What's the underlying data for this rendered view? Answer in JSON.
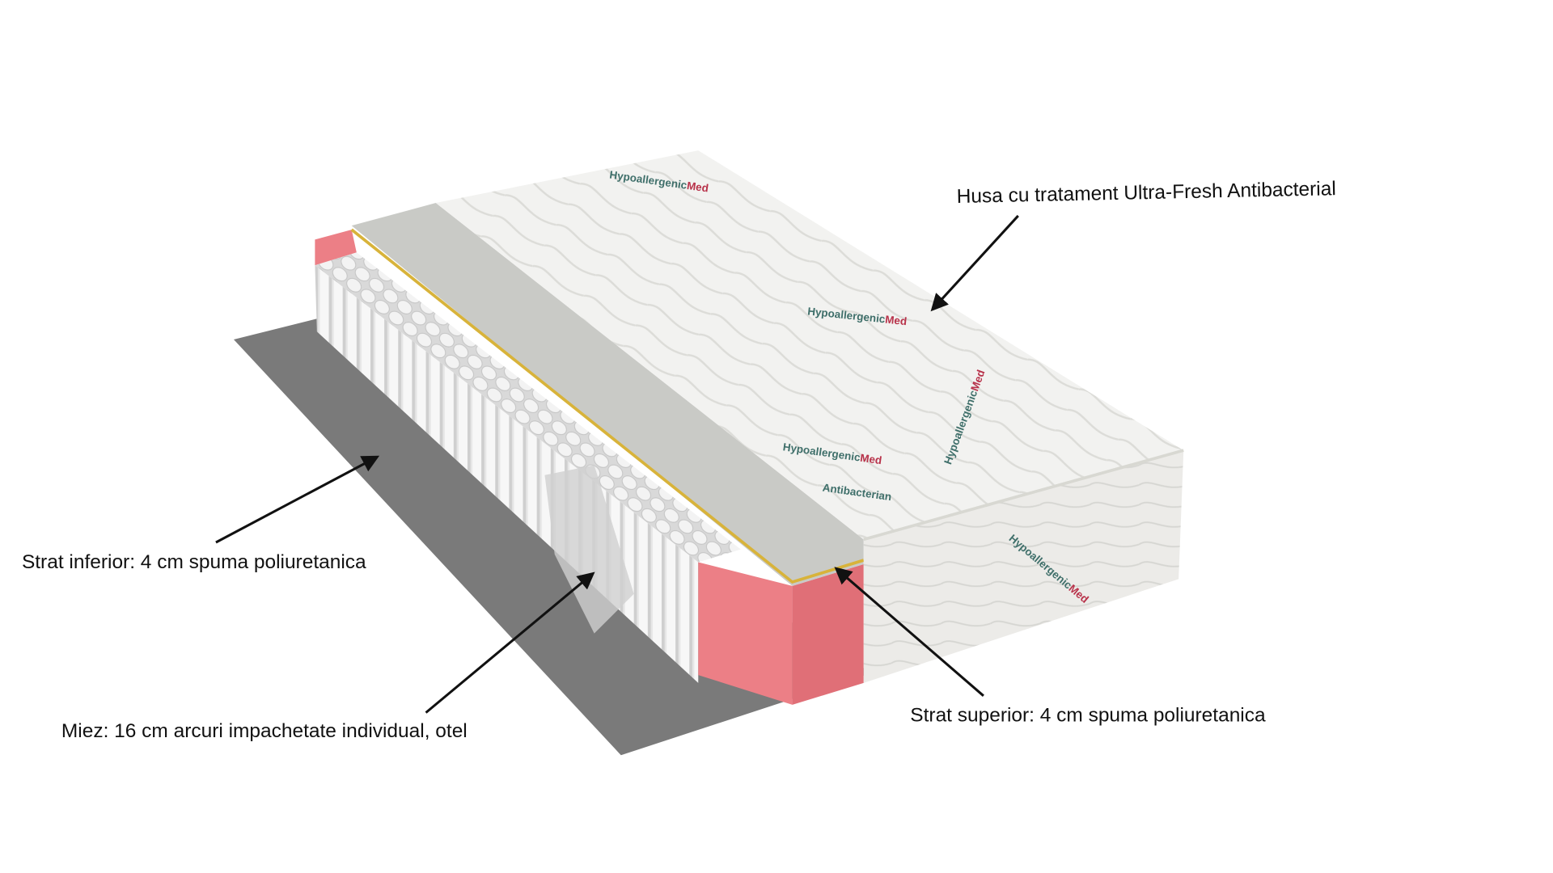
{
  "labels": {
    "cover": "Husa cu tratament Ultra-Fresh Antibacterial",
    "bottom_layer": "Strat inferior: 4 cm spuma poliuretanica",
    "core": "Miez: 16 cm arcuri impachetate individual, otel",
    "top_layer": "Strat superior: 4 cm spuma poliuretanica"
  },
  "logo": {
    "brand_a": "Hypoallergenic",
    "brand_b": "Med",
    "sub": "Antibacterian"
  },
  "colors": {
    "base_sheet": "#7a7a7a",
    "foam_pink": "#ec7f86",
    "top_foam_gray": "#c9cac6",
    "edge_yellow": "#d8b33a",
    "cover_white": "#f1f1ef",
    "springs": "#e9e9e9",
    "arrow": "#111111"
  }
}
